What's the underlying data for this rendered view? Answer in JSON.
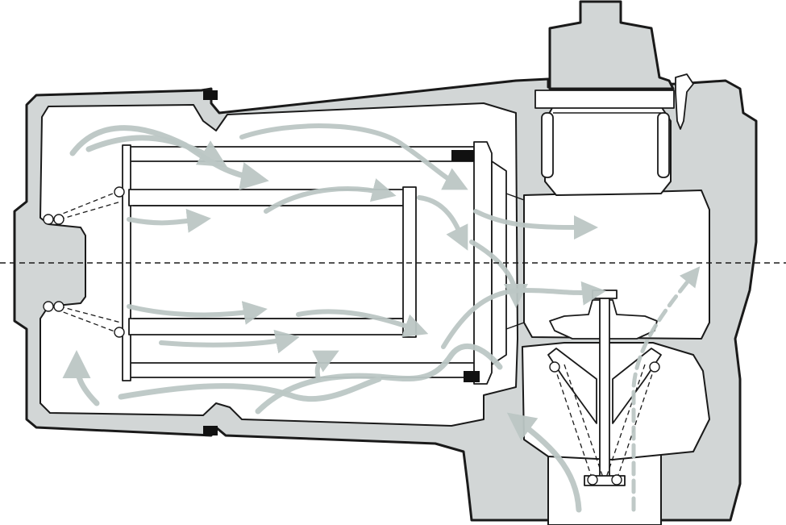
{
  "colors": {
    "housing_fill": "#d2d6d6",
    "outline": "#1a1a1a",
    "flow_arrow": "#bcc7c5",
    "seal": "#111111",
    "background": "#ffffff"
  },
  "icons": {
    "flow": "curved-airflow-arrow",
    "centerline": "dashed-axis-line",
    "spring": "coil-spring"
  }
}
